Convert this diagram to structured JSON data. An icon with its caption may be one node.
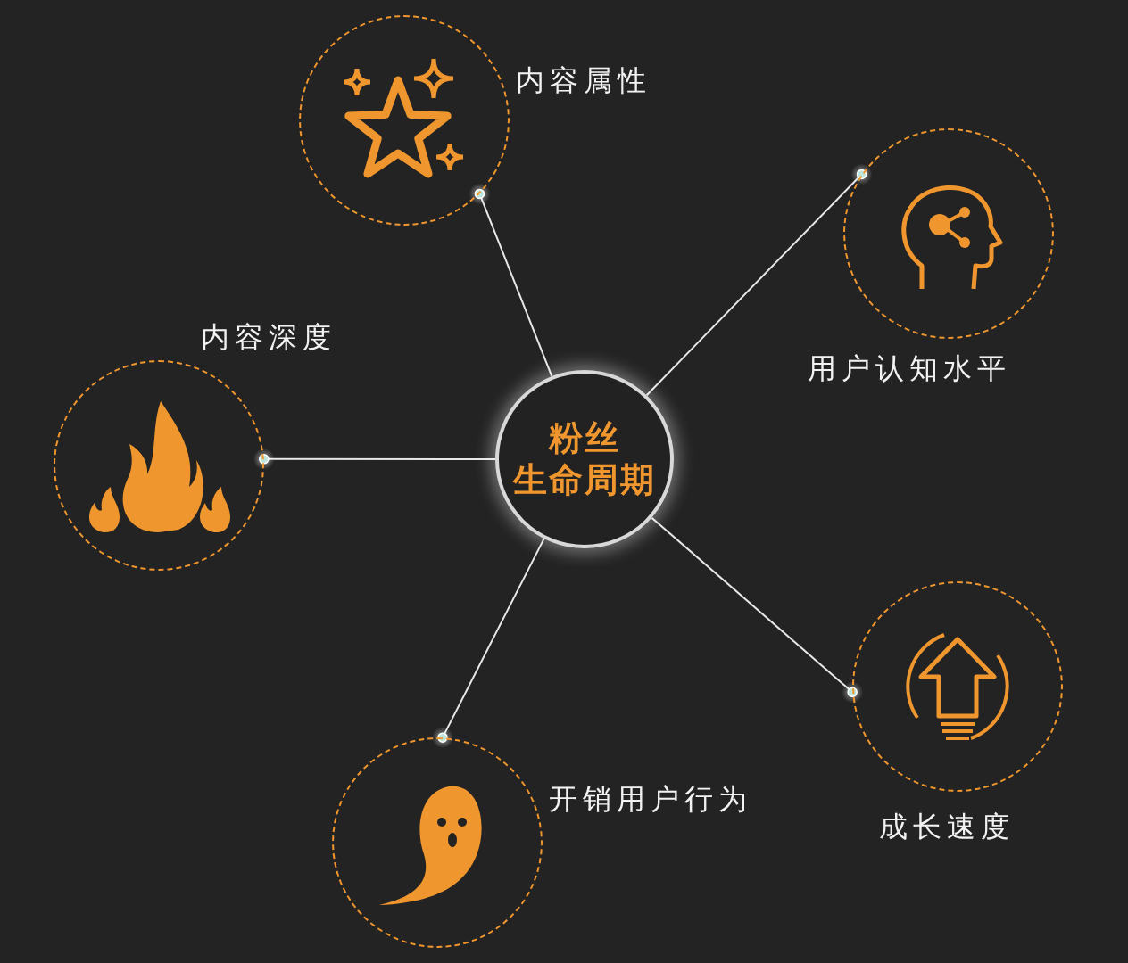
{
  "diagram": {
    "nodes": [
      {
        "text": [
          "粉丝",
          "生命周期"
        ]
      },
      {
        "text": [
          "内容属性"
        ]
      },
      {
        "text": [
          "用户认知水平"
        ]
      },
      {
        "text": [
          "内容深度"
        ]
      },
      {
        "text": [
          "成长速度"
        ]
      },
      {
        "text": [
          "开销用户行为"
        ]
      }
    ],
    "edges": [
      {
        "from": 0,
        "to": 1,
        "arrow": "other"
      },
      {
        "from": 0,
        "to": 2,
        "arrow": "other"
      },
      {
        "from": 0,
        "to": 3,
        "arrow": "other"
      },
      {
        "from": 0,
        "to": 4,
        "arrow": "other"
      },
      {
        "from": 0,
        "to": 5,
        "arrow": "other"
      }
    ]
  }
}
